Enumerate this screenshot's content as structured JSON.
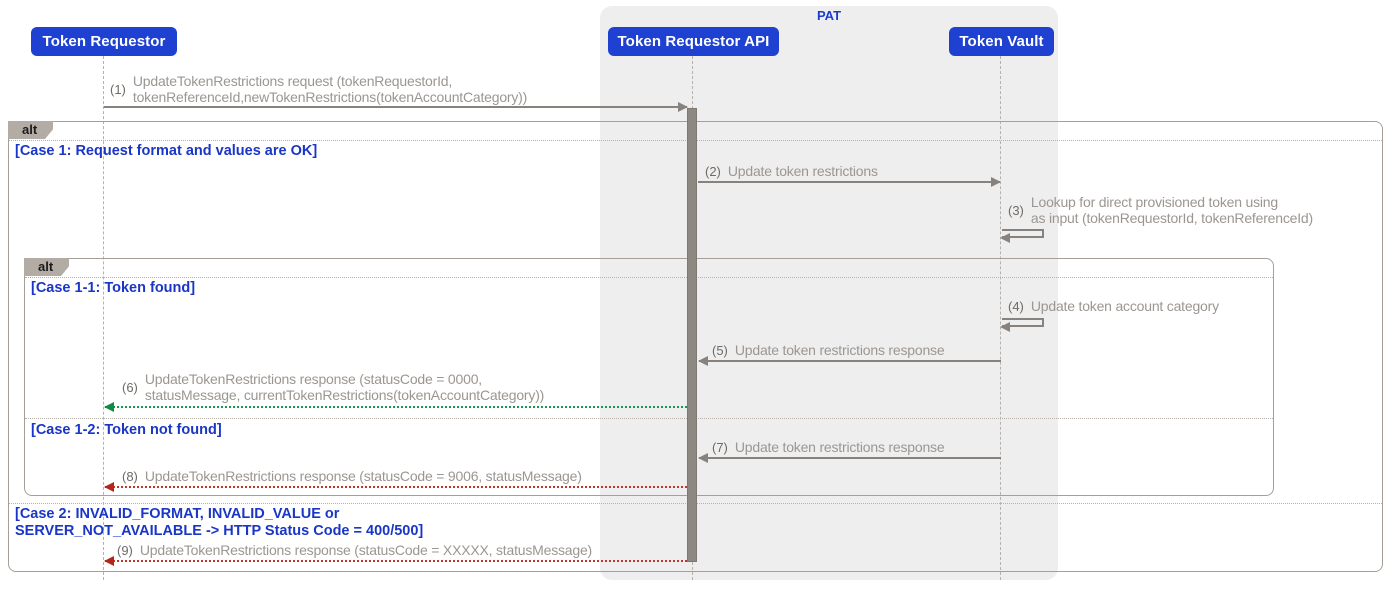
{
  "diagram": {
    "group": {
      "label": "PAT"
    },
    "participants": [
      {
        "name": "Token Requestor"
      },
      {
        "name": "Token Requestor API"
      },
      {
        "name": "Token Vault"
      }
    ],
    "frames": {
      "outer": {
        "operator": "alt",
        "cases": [
          {
            "label": "[Case 1: Request format and values are OK]"
          },
          {
            "label_line1": "[Case 2: INVALID_FORMAT, INVALID_VALUE or",
            "label_line2": "SERVER_NOT_AVAILABLE -> HTTP Status Code = 400/500]"
          }
        ]
      },
      "inner": {
        "operator": "alt",
        "cases": [
          {
            "label": "[Case 1-1: Token found]"
          },
          {
            "label": "[Case 1-2: Token not found]"
          }
        ]
      }
    },
    "messages": [
      {
        "num": "(1)",
        "from": "Token Requestor",
        "to": "Token Requestor API",
        "style": "solid",
        "lines": [
          "UpdateTokenRestrictions request (tokenRequestorId,",
          "tokenReferenceId,newTokenRestrictions(tokenAccountCategory))"
        ]
      },
      {
        "num": "(2)",
        "from": "Token Requestor API",
        "to": "Token Vault",
        "style": "solid",
        "lines": [
          "Update token restrictions"
        ]
      },
      {
        "num": "(3)",
        "from": "Token Vault",
        "to": "Token Vault",
        "style": "self",
        "lines": [
          "Lookup for direct provisioned token using",
          "as input (tokenRequestorId, tokenReferenceId)"
        ]
      },
      {
        "num": "(4)",
        "from": "Token Vault",
        "to": "Token Vault",
        "style": "self",
        "lines": [
          "Update token account category"
        ]
      },
      {
        "num": "(5)",
        "from": "Token Vault",
        "to": "Token Requestor API",
        "style": "solid",
        "lines": [
          "Update token restrictions response"
        ]
      },
      {
        "num": "(6)",
        "from": "Token Requestor API",
        "to": "Token Requestor",
        "style": "dotted-green",
        "lines": [
          "UpdateTokenRestrictions response (statusCode = 0000,",
          "statusMessage, currentTokenRestrictions(tokenAccountCategory))"
        ]
      },
      {
        "num": "(7)",
        "from": "Token Vault",
        "to": "Token Requestor API",
        "style": "solid",
        "lines": [
          "Update token restrictions response"
        ]
      },
      {
        "num": "(8)",
        "from": "Token Requestor API",
        "to": "Token Requestor",
        "style": "dotted-red",
        "lines": [
          "UpdateTokenRestrictions response (statusCode = 9006, statusMessage)"
        ]
      },
      {
        "num": "(9)",
        "from": "Token Requestor API",
        "to": "Token Requestor",
        "style": "dotted-red",
        "lines": [
          "UpdateTokenRestrictions response (statusCode = XXXXX, statusMessage)"
        ]
      }
    ],
    "colors": {
      "participant_fill": "#1f41d1",
      "participant_text": "#ffffff",
      "group_fill": "#efeeee",
      "label_blue": "#1a36c6",
      "arrow_gray": "#87827d",
      "message_text_gray": "#9b9691",
      "ok_green": "#17994d",
      "error_red": "#c3352b",
      "frame_border": "#a59f98",
      "operator_tab_fill": "#b2aca5",
      "activation_fill": "#8e8883"
    }
  }
}
